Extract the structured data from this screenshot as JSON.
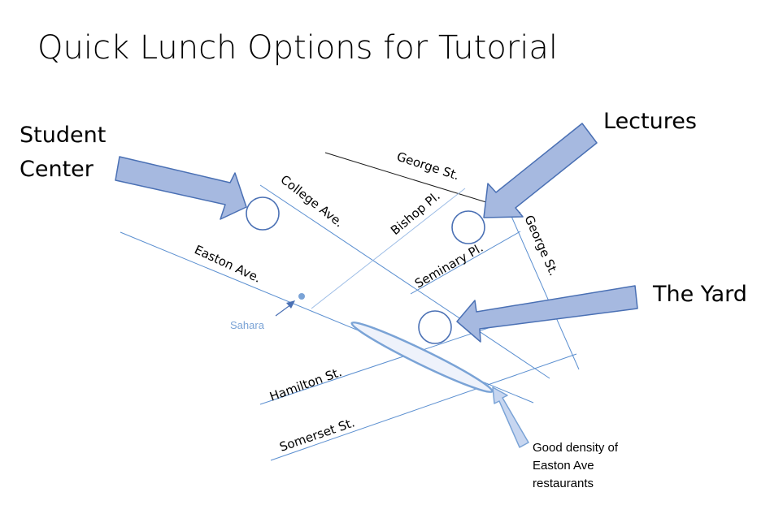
{
  "slide": {
    "title": "Quick Lunch Options for Tutorial"
  },
  "places": {
    "student_center_line1": "Student",
    "student_center_line2": "Center",
    "lectures": "Lectures",
    "the_yard": "The Yard"
  },
  "streets": {
    "george_st_top": "George St.",
    "george_st_right": "George St.",
    "college_ave": "College Ave.",
    "bishop_pl": "Bishop Pl.",
    "seminary_pl": "Seminary Pl.",
    "easton_ave": "Easton Ave.",
    "hamilton_st": "Hamilton St.",
    "somerset_st": "Somerset St."
  },
  "landmarks": {
    "sahara": "Sahara"
  },
  "annotation": {
    "line1": "Good density of",
    "line2": "Easton Ave",
    "line3": "restaurants"
  },
  "colors": {
    "arrow_fill": "#a6b9e0",
    "arrow_stroke": "#4a70b4",
    "street_black": "#1a1a1a",
    "street_blue": "#5b8fd0",
    "street_light_blue": "#9dbde6",
    "sahara_blue": "#7aa3d6"
  }
}
